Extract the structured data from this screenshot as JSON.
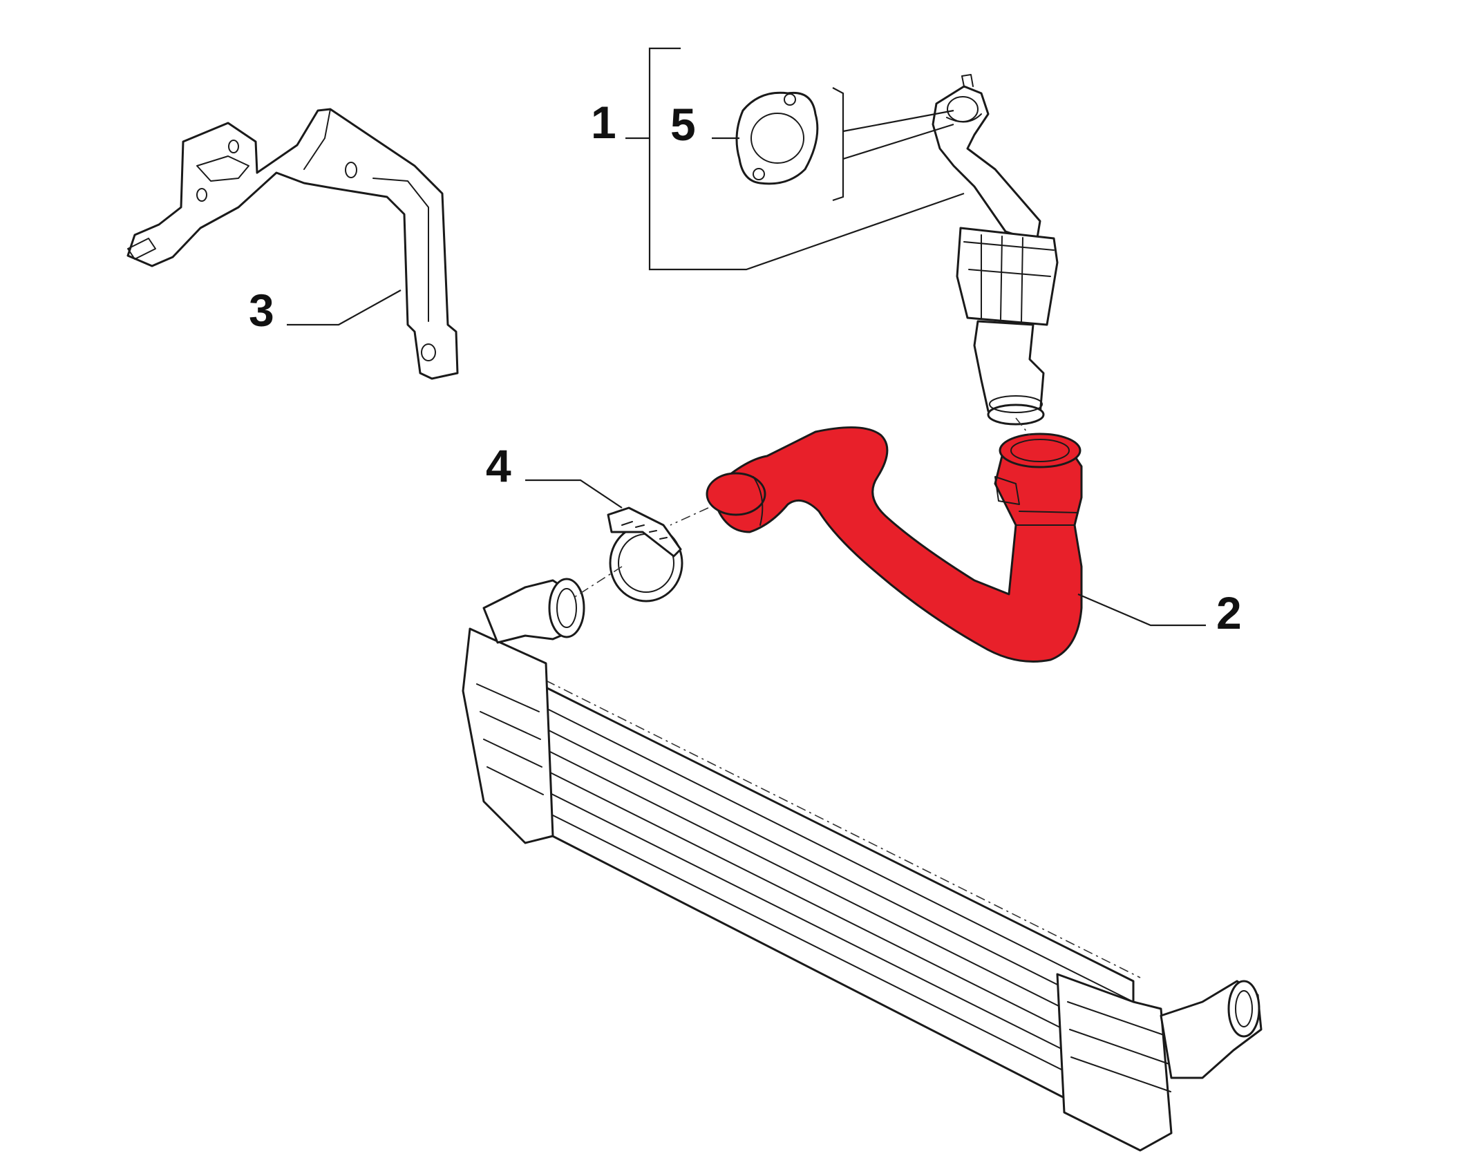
{
  "colors": {
    "highlight": "#e8202a",
    "outline": "#1a1a1a",
    "background": "#ffffff"
  },
  "callouts": [
    {
      "id": "1",
      "label": "1"
    },
    {
      "id": "2",
      "label": "2"
    },
    {
      "id": "3",
      "label": "3"
    },
    {
      "id": "4",
      "label": "4"
    },
    {
      "id": "5",
      "label": "5"
    }
  ]
}
